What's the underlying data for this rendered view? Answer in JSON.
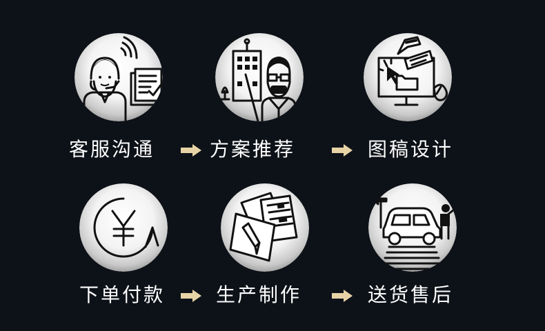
{
  "colors": {
    "background": "#0d1218",
    "circle_light": "#ffffff",
    "circle_dark": "#9a9a9a",
    "arrow": "#e7d3a6",
    "text": "#ffffff"
  },
  "steps": [
    {
      "label": "客服沟通",
      "icon": "customer-service-agent-icon"
    },
    {
      "label": "方案推荐",
      "icon": "presenter-building-icon"
    },
    {
      "label": "图稿设计",
      "icon": "computer-design-icon"
    },
    {
      "label": "下单付款",
      "icon": "yen-payment-icon"
    },
    {
      "label": "生产制作",
      "icon": "pen-documents-icon"
    },
    {
      "label": "送货售后",
      "icon": "car-delivery-icon"
    }
  ],
  "arrow_icon": "right-arrow-icon"
}
